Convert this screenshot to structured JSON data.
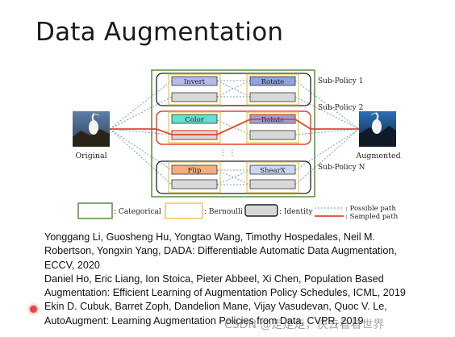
{
  "slide": {
    "title": "Data Augmentation"
  },
  "diagram": {
    "original_label": "Original",
    "augmented_label": "Augmented",
    "sub_policy_labels": [
      "Sub-Policy 1",
      "Sub-Policy 2",
      "Sub-Policy N"
    ],
    "ellipsis": "⋮ ⋮",
    "sub_policies": [
      {
        "op1": "Invert",
        "op2": "Rotate"
      },
      {
        "op1": "Color",
        "op2": "Rotate"
      },
      {
        "op1": "Flip",
        "op2": "ShearX"
      }
    ],
    "legend": {
      "categorical": ": Categorical",
      "bernoulli": ": Bernoulli",
      "identity": ": Identity",
      "possible_path": ": Possible path",
      "sampled_path": ": Sampled path"
    },
    "colors": {
      "outer_green": "#5a8a40",
      "bernoulli_yellow": "#e8c55a",
      "identity_gray": "#d8d8d8",
      "sampled_red": "#e0452f",
      "possible_blue": "#7a9bc4",
      "invert_fill": "#b3bde9",
      "rotate_fill": "#8fa3dc",
      "color_fill": "#63e0cf",
      "flip_fill": "#f5ad7e",
      "shearx_fill": "#c9d8ef"
    }
  },
  "references": [
    "Yonggang Li, Guosheng Hu, Yongtao Wang, Timothy Hospedales, Neil M.",
    "Robertson, Yongxin Yang, DADA: Differentiable Automatic Data Augmentation,",
    "ECCV, 2020",
    "Daniel Ho, Eric Liang, Ion Stoica, Pieter Abbeel, Xi Chen, Population Based",
    "Augmentation: Efficient Learning of Augmentation Policy Schedules, ICML, 2019",
    "Ekin D. Cubuk, Barret Zoph, Dandelion Mane, Vijay Vasudevan, Quoc V. Le,",
    "AutoAugment: Learning Augmentation Policies from Data, CVPR, 2019"
  ],
  "watermark": "CSDN @走走走，快去看看世界"
}
